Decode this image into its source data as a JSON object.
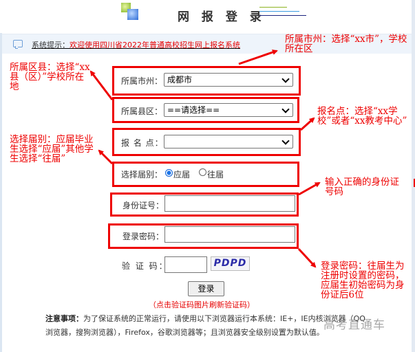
{
  "header": {
    "title": "网 报 登 录",
    "deco_colors": [
      "#8db321",
      "#3a9be0",
      "#1a237e"
    ]
  },
  "notice": {
    "label": "系统提示：",
    "message": "欢迎使用四川省2022年普通高校招生网上报名系统"
  },
  "form": {
    "city": {
      "label": "所属市州：",
      "value": "成都市"
    },
    "district": {
      "label": "所属县区：",
      "value": "==请选择=="
    },
    "site": {
      "label": "报 名 点：",
      "value": ""
    },
    "grad_type": {
      "label": "选择届别：",
      "options": [
        {
          "label": "应届",
          "checked": true
        },
        {
          "label": "往届",
          "checked": false
        }
      ]
    },
    "id_number": {
      "label": "身份证号：",
      "value": ""
    },
    "password": {
      "label": "登录密码：",
      "value": ""
    },
    "captcha": {
      "label": "验 证 码：",
      "value": "",
      "image_text": "PDPD"
    },
    "login_button": "登录",
    "refresh_hint": "（点击验证码图片刷新验证码）"
  },
  "notes": {
    "title": "注意事项：",
    "text": "为了保证系统的正常运行，请使用以下浏览器运行本系统：IE+，IE内核浏览器（QQ浏览器，搜狗浏览器），Firefox，谷歌浏览器等；且浏览器安全级别设置为默认值。"
  },
  "annotations": {
    "city": "所属市州：选择“xx市”，学校所在区",
    "district": "所属区县：选择“xx县（区）”学校所在地",
    "site": "报名点：选择“xx学校”或者“xx教考中心”",
    "grad_type": "选择届别：应届毕业生选择“应届”其他学生选择“往届”",
    "id_number": "输入正确的身份证号码",
    "password": "登录密码：往届生为注册时设置的密码，应届生初始密码为身份证后6位",
    "color": "#ee0000"
  },
  "watermark": "高考直通车"
}
